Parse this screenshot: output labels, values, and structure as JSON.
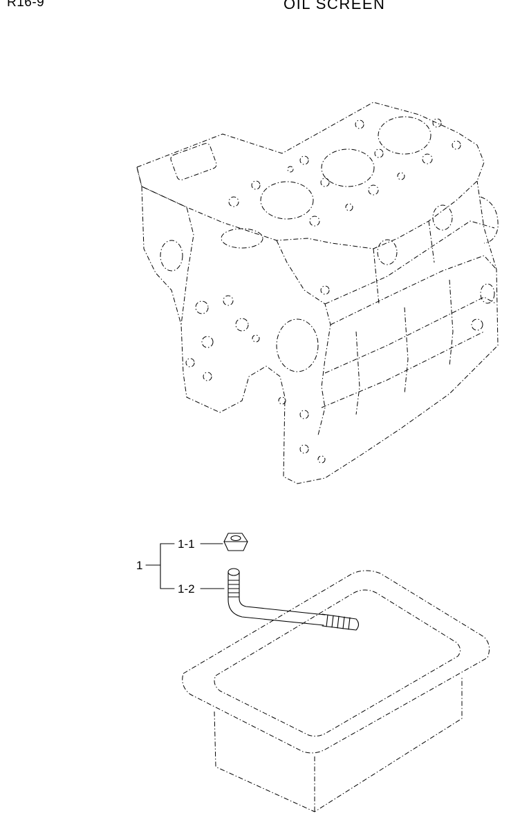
{
  "header": {
    "page_code": "R16-9",
    "title": "OIL SCREEN"
  },
  "callouts": {
    "assembly": "1",
    "part_1_1": "1-1",
    "part_1_2": "1-2"
  }
}
